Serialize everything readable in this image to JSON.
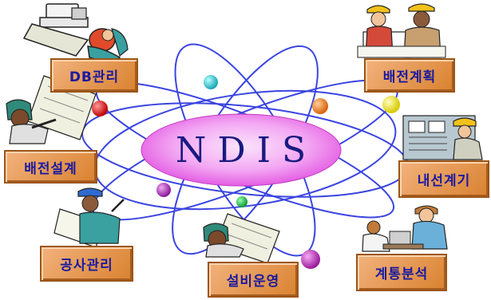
{
  "center": {
    "title": "NDIS"
  },
  "modules": [
    {
      "id": "db",
      "label": "DB관리"
    },
    {
      "id": "plan",
      "label": "배전계획"
    },
    {
      "id": "design",
      "label": "배전설계"
    },
    {
      "id": "line",
      "label": "내선계기"
    },
    {
      "id": "construct",
      "label": "공사관리"
    },
    {
      "id": "operate",
      "label": "설비운영"
    },
    {
      "id": "analysis",
      "label": "계통분석"
    }
  ],
  "colors": {
    "orbit": "#3b45e0",
    "ellipse_center": "#f4b8f4",
    "ellipse_edge": "#e24ee2",
    "label_text": "#1a1aa0",
    "label_fill": "#e39550"
  },
  "icons": [
    "typing-worker-icon",
    "hardhat-engineers-icon",
    "drafting-engineer-icon",
    "panel-technician-icon",
    "surveyor-worker-icon",
    "drafting-engineer-icon",
    "office-analysts-icon"
  ]
}
